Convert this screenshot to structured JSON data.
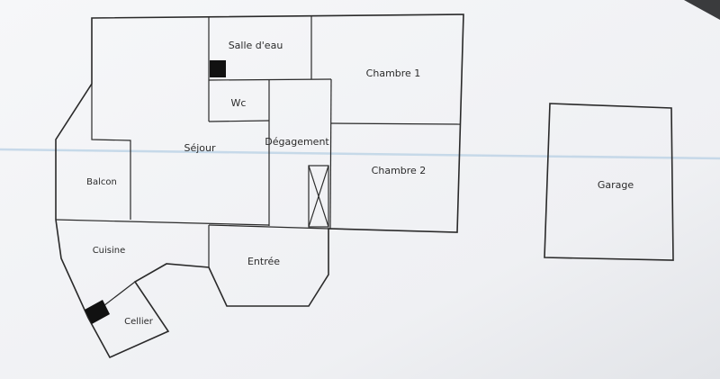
{
  "rooms": {
    "salle_deau": "Salle d'eau",
    "chambre_1": "Chambre 1",
    "wc": "Wc",
    "degagement": "Dégagement",
    "sejour": "Séjour",
    "balcon": "Balcon",
    "chambre_2": "Chambre 2",
    "cuisine": "Cuisine",
    "entree": "Entrée",
    "cellier": "Cellier",
    "garage": "Garage"
  },
  "colors": {
    "paper": "#f4f5f7",
    "background": "#ecedef",
    "wall": "#2a2a2a",
    "scan_line": "#bcd3e6",
    "dark_square": "#111111"
  }
}
